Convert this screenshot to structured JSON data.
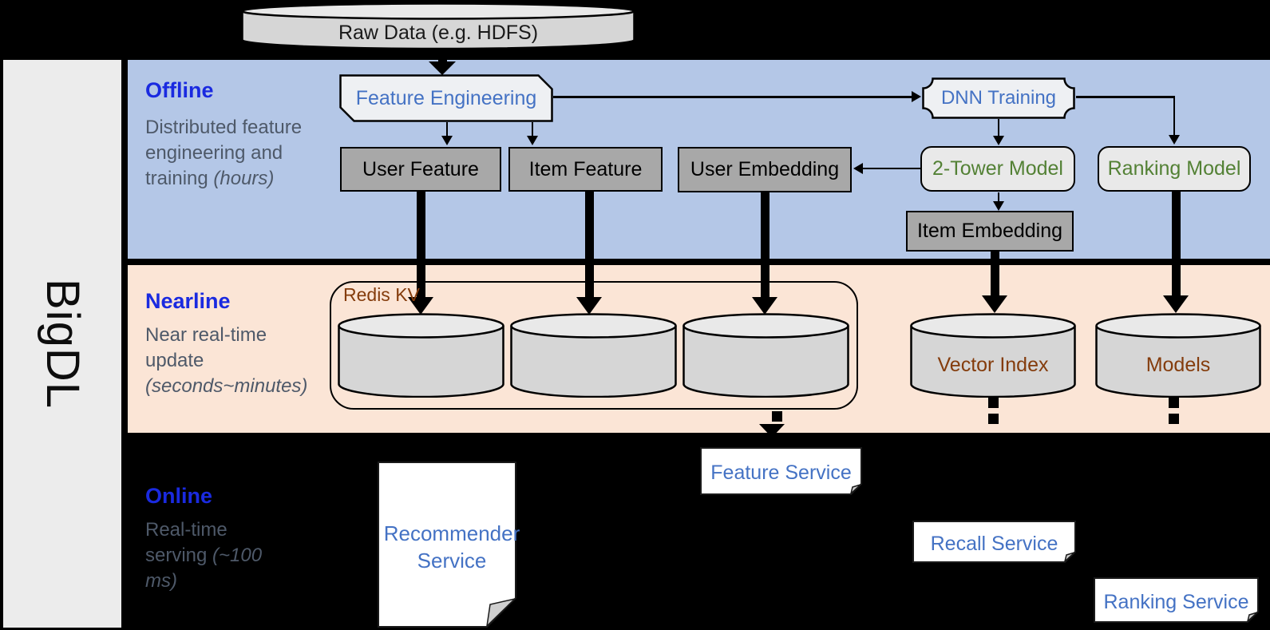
{
  "brand": {
    "label": "BigDL"
  },
  "raw_data": {
    "label": "Raw Data (e.g. HDFS)"
  },
  "sections": {
    "offline": {
      "title": "Offline",
      "desc": "Distributed feature engineering and training",
      "desc_italic": "(hours)"
    },
    "nearline": {
      "title": "Nearline",
      "desc": "Near real-time update",
      "desc_italic": "(seconds~minutes)"
    },
    "online": {
      "title": "Online",
      "desc": "Real-time serving",
      "desc_italic": "(~100 ms)"
    }
  },
  "nodes": {
    "feature_engineering": {
      "label": "Feature Engineering"
    },
    "dnn_training": {
      "label": "DNN Training"
    },
    "user_feature": {
      "label": "User Feature"
    },
    "item_feature": {
      "label": "Item Feature"
    },
    "user_embedding": {
      "label": "User Embedding"
    },
    "two_tower_model": {
      "label": "2-Tower Model"
    },
    "ranking_model": {
      "label": "Ranking Model"
    },
    "item_embedding": {
      "label": "Item Embedding"
    },
    "redis_kv": {
      "label": "Redis KV"
    },
    "vector_index": {
      "label": "Vector Index"
    },
    "models": {
      "label": "Models"
    },
    "recommender_service": {
      "label": "Recommender Service"
    },
    "feature_service": {
      "label": "Feature Service"
    },
    "recall_service": {
      "label": "Recall Service"
    },
    "ranking_service": {
      "label": "Ranking Service"
    }
  },
  "colors": {
    "background": "#000000",
    "band_offline": "#b4c7e7",
    "band_nearline": "#fbe5d6",
    "sidebar_gray": "#ececec",
    "heading_blue": "#1a2ae0",
    "body_gray_text": "#4e5969",
    "node_label_blue": "#4472c4",
    "node_label_green": "#538135",
    "node_label_brown": "#843c0c",
    "dark_box_gray": "#a8a8a8",
    "light_box_gray": "#e9e9e9",
    "cylinder_gray": "#d6d6d6"
  }
}
